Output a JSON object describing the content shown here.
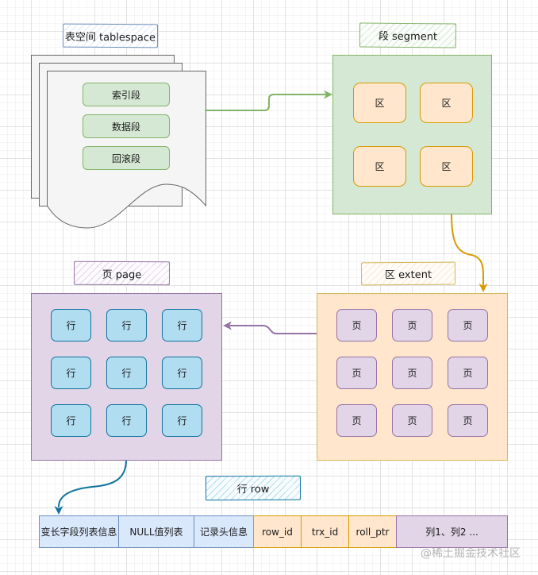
{
  "diagram": {
    "tablespace": {
      "label": "表空间 tablespace",
      "segments": [
        "索引段",
        "数据段",
        "回滚段"
      ]
    },
    "segment": {
      "label": "段 segment",
      "extents": [
        "区",
        "区",
        "区",
        "区"
      ]
    },
    "extent": {
      "label": "区 extent",
      "pages": [
        "页",
        "页",
        "页",
        "页",
        "页",
        "页",
        "页",
        "页",
        "页"
      ]
    },
    "page": {
      "label": "页 page",
      "rows": [
        "行",
        "行",
        "行",
        "行",
        "行",
        "行",
        "行",
        "行",
        "行"
      ]
    },
    "row": {
      "label": "行 row",
      "fields": [
        "变长字段列表信息",
        "NULL值列表",
        "记录头信息",
        "row_id",
        "trx_id",
        "roll_ptr",
        "列1、列2 ..."
      ]
    },
    "connections": [
      {
        "from": "tablespace",
        "to": "segment"
      },
      {
        "from": "segment",
        "to": "extent"
      },
      {
        "from": "extent",
        "to": "page"
      },
      {
        "from": "page",
        "to": "row"
      }
    ]
  },
  "colors": {
    "green-fill": "#d5e8d4",
    "green-stroke": "#82b366",
    "orange-fill": "#ffe6cc",
    "orange-stroke": "#d79b00",
    "yellow-stroke": "#d6b656",
    "purple-fill": "#e1d5e7",
    "purple-stroke": "#9673a6",
    "blue-fill": "#b1ddf0",
    "blue-stroke": "#10739e",
    "lightblue-fill": "#dae8fc",
    "lightblue-stroke": "#6c8ebf",
    "gray-fill": "#f5f5f5",
    "gray-stroke": "#666666"
  },
  "watermark": "@稀土掘金技术社区"
}
